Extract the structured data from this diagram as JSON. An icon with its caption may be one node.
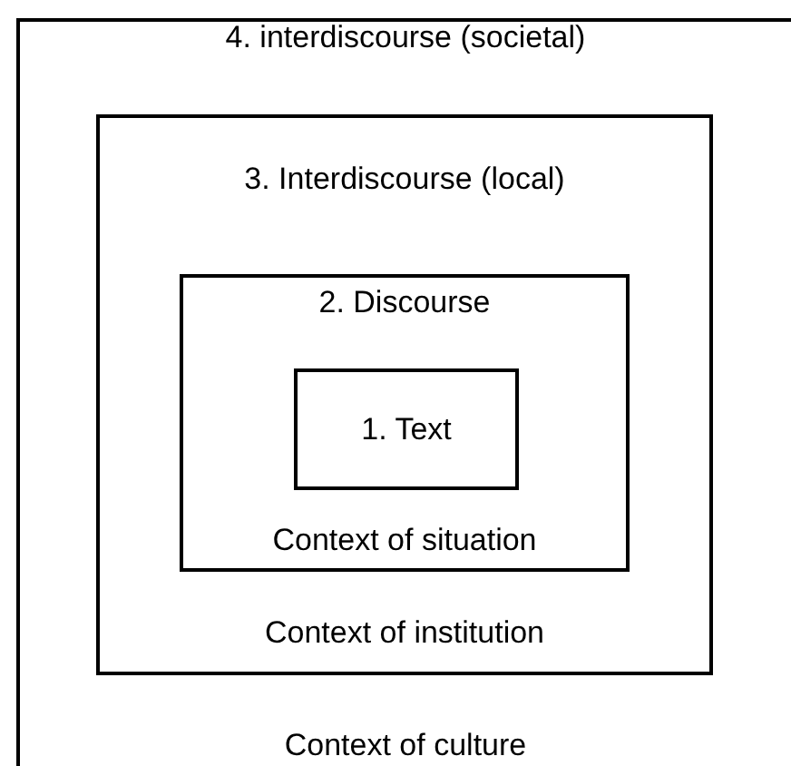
{
  "diagram": {
    "nodes": [
      {
        "text": [
          "4. interdiscourse (societal)",
          "Context of culture"
        ]
      },
      {
        "text": [
          "3. Interdiscourse (local)",
          "Context of institution"
        ],
        "in": 0
      },
      {
        "text": [
          "2. Discourse",
          "Context of situation"
        ],
        "in": 1
      },
      {
        "text": [
          "1. Text"
        ],
        "in": 2
      }
    ]
  }
}
